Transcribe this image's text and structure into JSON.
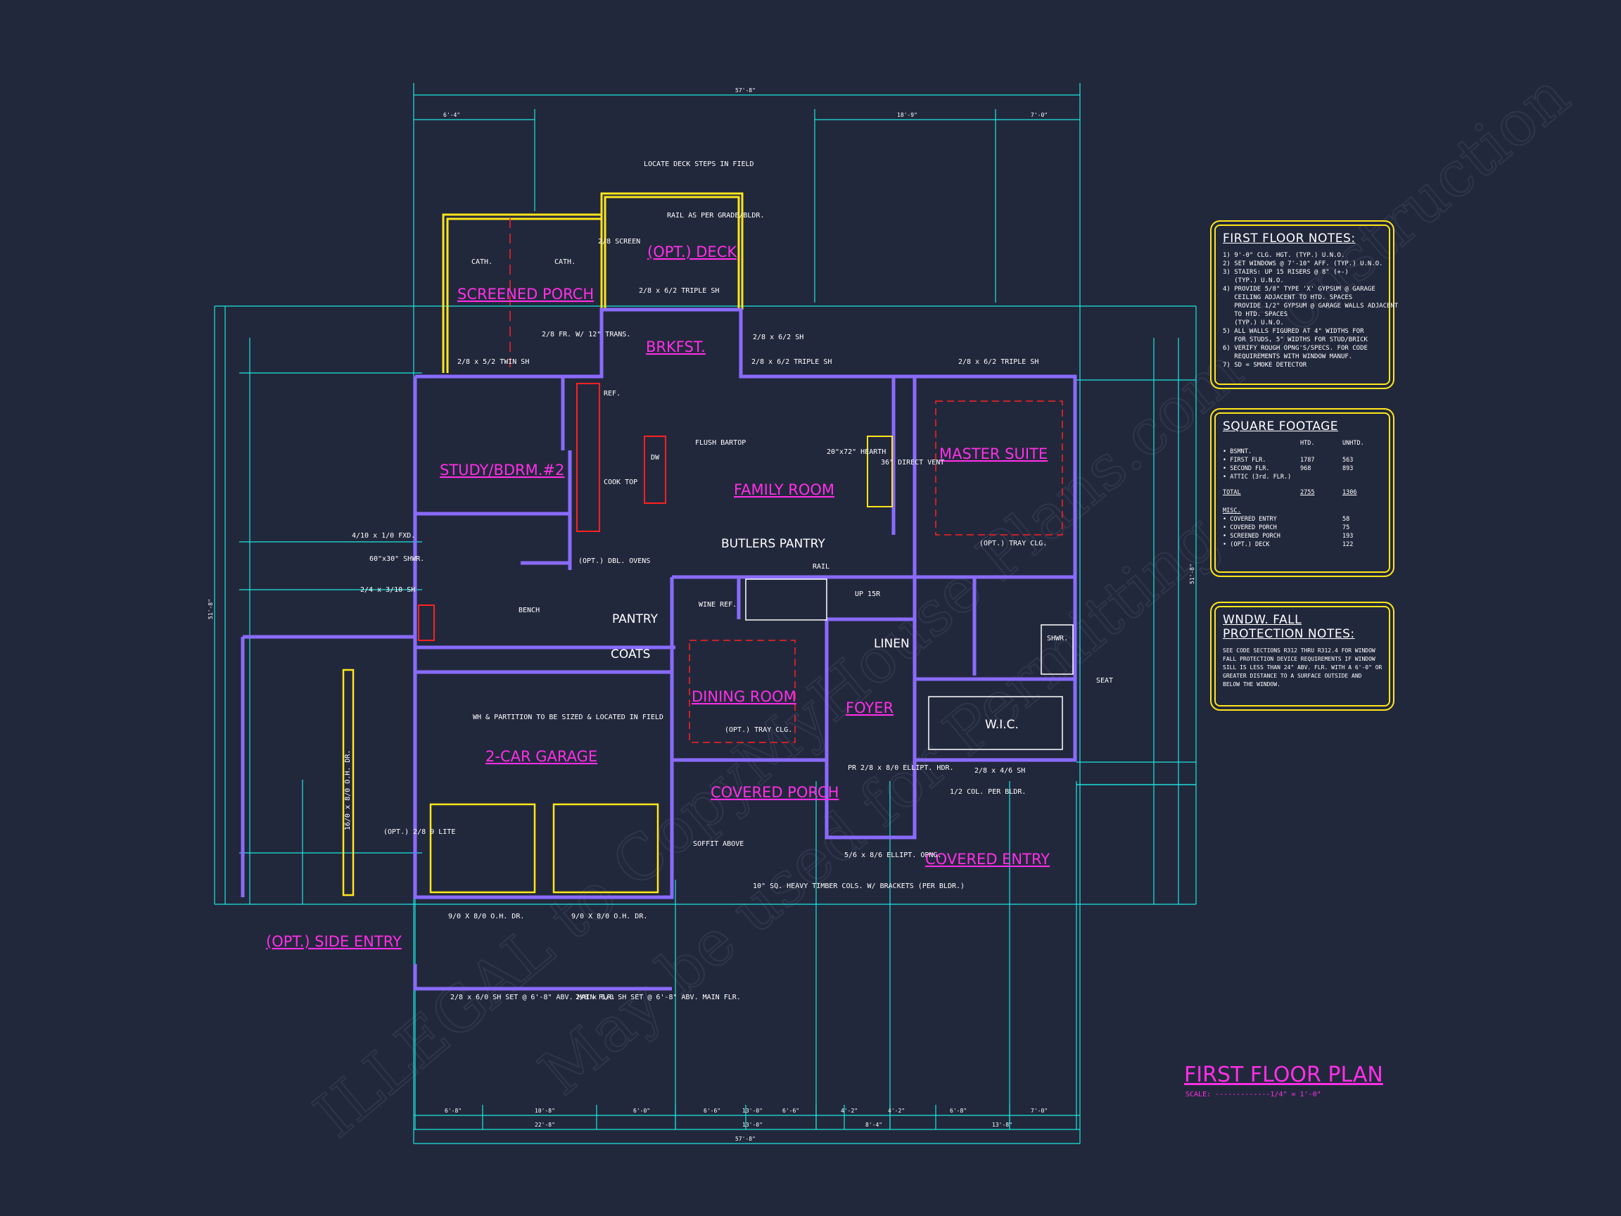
{
  "watermark": {
    "line1": "ILLEGAL to CopyMyHouse Plans.com Construction",
    "line2": "May be used for Permitting"
  },
  "colors": {
    "background": "#22283c",
    "walls": "#8a6bff",
    "dimensions": "#19e6e0",
    "room_labels": "#ff2fe6",
    "fixtures": "#ffe61a",
    "text": "#ffffff"
  },
  "rooms": {
    "screened_porch": "SCREENED PORCH",
    "deck": "(OPT.) DECK",
    "brkfst": "BRKFST.",
    "study": "STUDY/BDRM.#2",
    "family": "FAMILY ROOM",
    "master": "MASTER SUITE",
    "butlers": "BUTLERS PANTRY",
    "pantry": "PANTRY",
    "coats": "COATS",
    "linen": "LINEN",
    "dining": "DINING ROOM",
    "foyer": "FOYER",
    "wic": "W.I.C.",
    "garage": "2-CAR GARAGE",
    "covered_porch": "COVERED PORCH",
    "covered_entry": "COVERED ENTRY",
    "side_entry": "(OPT.) SIDE ENTRY"
  },
  "notes": {
    "locate_deck": "LOCATE DECK STEPS IN FIELD",
    "rail": "RAIL AS PER GRADE/BLDR.",
    "screen": "2/8 SCREEN",
    "triple_deck": "2/8 x 6/2 TRIPLE SH",
    "twin_sh": "2/8 x 5/2 TWIN SH",
    "cath1": "CATH.",
    "cath2": "CATH.",
    "fr": "2/8 FR. W/ 12\" TRANS.",
    "sh_brk": "2/8 x 6/2 SH",
    "triple_fam": "2/8 x 6/2 TRIPLE SH",
    "triple_mst": "2/8 x 6/2 TRIPLE SH",
    "flush": "FLUSH BARTOP",
    "hearth": "20\"x72\" HEARTH",
    "vent": "36\" DIRECT VENT",
    "cook": "COOK TOP",
    "ref": "REF.",
    "dw": "DW",
    "ovens": "(OPT.) DBL. OVENS",
    "fxd": "4/10 x 1/0 FXD.",
    "shwr60": "60\"x30\" SHWR.",
    "sh310": "2/4 x 3/10 SH",
    "bench": "BENCH",
    "wh": "WH & PARTITION TO BE SIZED & LOCATED IN FIELD",
    "opt_lite": "(OPT.) 2/8 9 LITE",
    "garage_dr": "16/0 x 8/0 O.H. DR.",
    "oh1": "9/0 X 8/0 O.H. DR.",
    "oh2": "9/0 X 8/0 O.H. DR.",
    "soffit": "SOFFIT ABOVE",
    "cols": "10\" SQ. HEAVY TIMBER COLS. W/ BRACKETS (PER BLDR.)",
    "ellipt": "5/6 x 8/6 ELLIPT. OPNG.",
    "ellipt_hdr": "PR 2/8 x 8/0 ELLIPT. HDR.",
    "col_half": "1/2 COL. PER BLDR.",
    "sh46": "2/8 x 4/6 SH",
    "seat": "SEAT",
    "shwr": "SHWR.",
    "tray1": "(OPT.) TRAY CLG.",
    "tray2": "(OPT.) TRAY CLG.",
    "rail2": "RAIL",
    "up": "UP 15R",
    "wine": "WINE REF.",
    "sh_side1": "2/8 x 6/0 SH SET @ 6'-8\" ABV. MAIN FLR.",
    "sh_side2": "2/8 x 6/0 SH SET @ 6'-8\" ABV. MAIN FLR."
  },
  "dims": {
    "overall": "57'-8\"",
    "top_a": "6'-4\"",
    "top_b": "18'-9\"",
    "top_c": "7'-0\"",
    "bottom": [
      "6'-8\"",
      "10'-8\"",
      "6'-0\"",
      "6'-6\"",
      "13'-0\"",
      "6'-6\"",
      "4'-2\"",
      "4'-2\"",
      "6'-8\"",
      "7'-0\""
    ],
    "bottom2": [
      "22'-8\"",
      "13'-0\"",
      "8'-4\"",
      "13'-8\""
    ],
    "left": "51'-8\"",
    "right": "51'-8\""
  },
  "first_floor_notes": {
    "title": "FIRST FLOOR NOTES:",
    "lines": [
      "1) 9'-0\" CLG. HGT. (TYP.) U.N.O.",
      "2) SET WINDOWS @ 7'-10\" AFF. (TYP.) U.N.O.",
      "3) STAIRS: UP 15 RISERS @ 8\" (+-)",
      "   (TYP.) U.N.O.",
      "4) PROVIDE 5/8\" TYPE 'X' GYPSUM @ GARAGE",
      "   CEILING ADJACENT TO HTD. SPACES",
      "   PROVIDE 1/2\" GYPSUM @ GARAGE WALLS ADJACENT",
      "   TO HTD. SPACES",
      "   (TYP.) U.N.O.",
      "5) ALL WALLS FIGURED AT 4\" WIDTHS FOR",
      "   FOR STUDS, 5\" WIDTHS FOR STUD/BRICK",
      "6) VERIFY ROUGH OPNG'S/SPECS. FOR CODE",
      "   REQUIREMENTS WITH WINDOW MANUF.",
      "7) SD = SMOKE DETECTOR"
    ]
  },
  "square_footage": {
    "title": "SQUARE FOOTAGE",
    "headers": [
      "",
      "HTD.",
      "UNHTD."
    ],
    "rows": [
      [
        "• BSMNT.",
        "",
        ""
      ],
      [
        "• FIRST FLR.",
        "1787",
        "563"
      ],
      [
        "• SECOND FLR.",
        "968",
        "893"
      ],
      [
        "• ATTIC (3rd. FLR.)",
        "",
        ""
      ],
      [
        "TOTAL",
        "2755",
        "1306"
      ]
    ],
    "misc_title": "MISC.",
    "misc": [
      [
        "• COVERED ENTRY",
        "",
        "58"
      ],
      [
        "• COVERED PORCH",
        "",
        "75"
      ],
      [
        "• SCREENED PORCH",
        "",
        "193"
      ],
      [
        "• (OPT.) DECK",
        "",
        "122"
      ]
    ]
  },
  "fall_notes": {
    "title": "WNDW. FALL PROTECTION NOTES:",
    "lines": [
      "SEE CODE SECTIONS R312 THRU R312.4 FOR WINDOW",
      "FALL PROTECTION DEVICE REQUIREMENTS IF WINDOW",
      "SILL IS LESS THAN 24\" ABV. FLR. WITH A 6'-0\" OR",
      "GREATER DISTANCE TO A SURFACE OUTSIDE AND",
      "BELOW THE WINDOW."
    ]
  },
  "plan_title": "FIRST FLOOR PLAN",
  "plan_scale": "SCALE: -------------1/4\" = 1'-0\""
}
